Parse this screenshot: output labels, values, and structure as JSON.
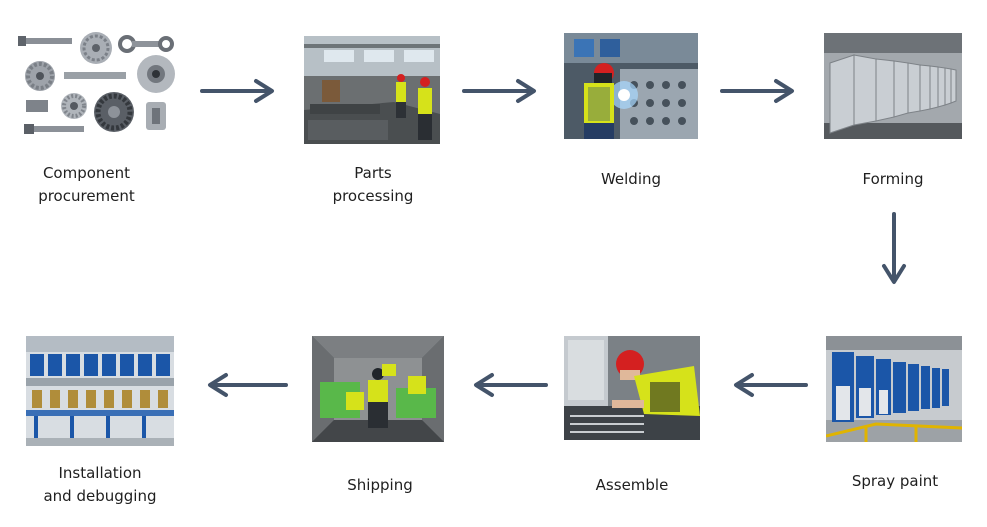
{
  "steps": [
    {
      "label": "Component\nprocurement",
      "icon": "gear-parts-icon"
    },
    {
      "label": "Parts\nprocessing",
      "icon": "factory-workers-icon"
    },
    {
      "label": "Welding",
      "icon": "welder-icon"
    },
    {
      "label": "Forming",
      "icon": "formed-panels-icon"
    },
    {
      "label": "Spray paint",
      "icon": "painted-cabinets-icon"
    },
    {
      "label": "Assemble",
      "icon": "assembly-worker-icon"
    },
    {
      "label": "Shipping",
      "icon": "container-loading-icon"
    },
    {
      "label": "Installation\nand debugging",
      "icon": "installed-line-icon"
    }
  ],
  "colors": {
    "arrow": "#44546a",
    "text": "#1f1f1f",
    "vest": "#d6e21a",
    "helmet": "#d42020",
    "cabinet_blue": "#1b56a8"
  }
}
